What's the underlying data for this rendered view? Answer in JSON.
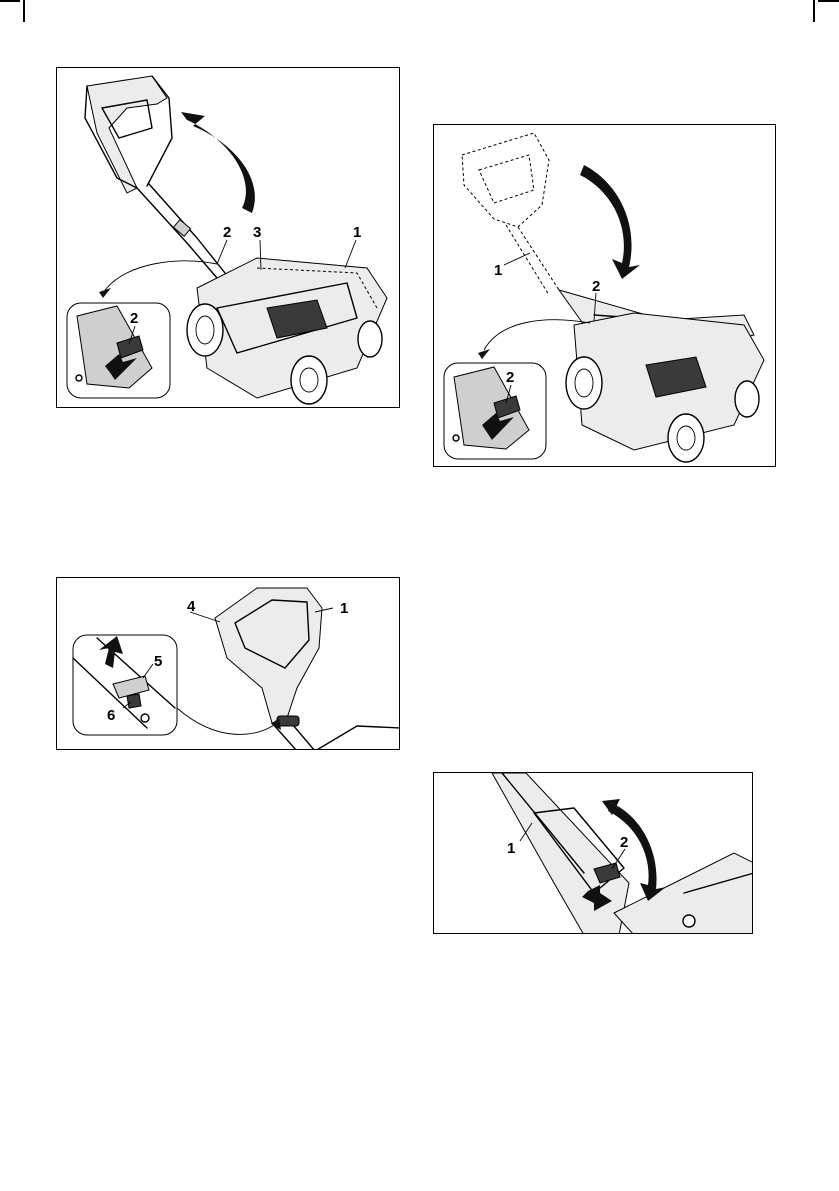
{
  "figures": [
    {
      "id": "fig1",
      "callouts": [
        "2",
        "3",
        "1",
        "2"
      ]
    },
    {
      "id": "fig2",
      "callouts": [
        "1",
        "2",
        "2"
      ]
    },
    {
      "id": "fig3",
      "callouts": [
        "4",
        "1",
        "5",
        "6"
      ]
    },
    {
      "id": "fig4",
      "callouts": [
        "1",
        "2"
      ]
    }
  ],
  "icons": [
    "rotation-arrow-icon",
    "direction-arrow-icon",
    "handlebar-icon",
    "lever-icon",
    "wheel-icon"
  ]
}
